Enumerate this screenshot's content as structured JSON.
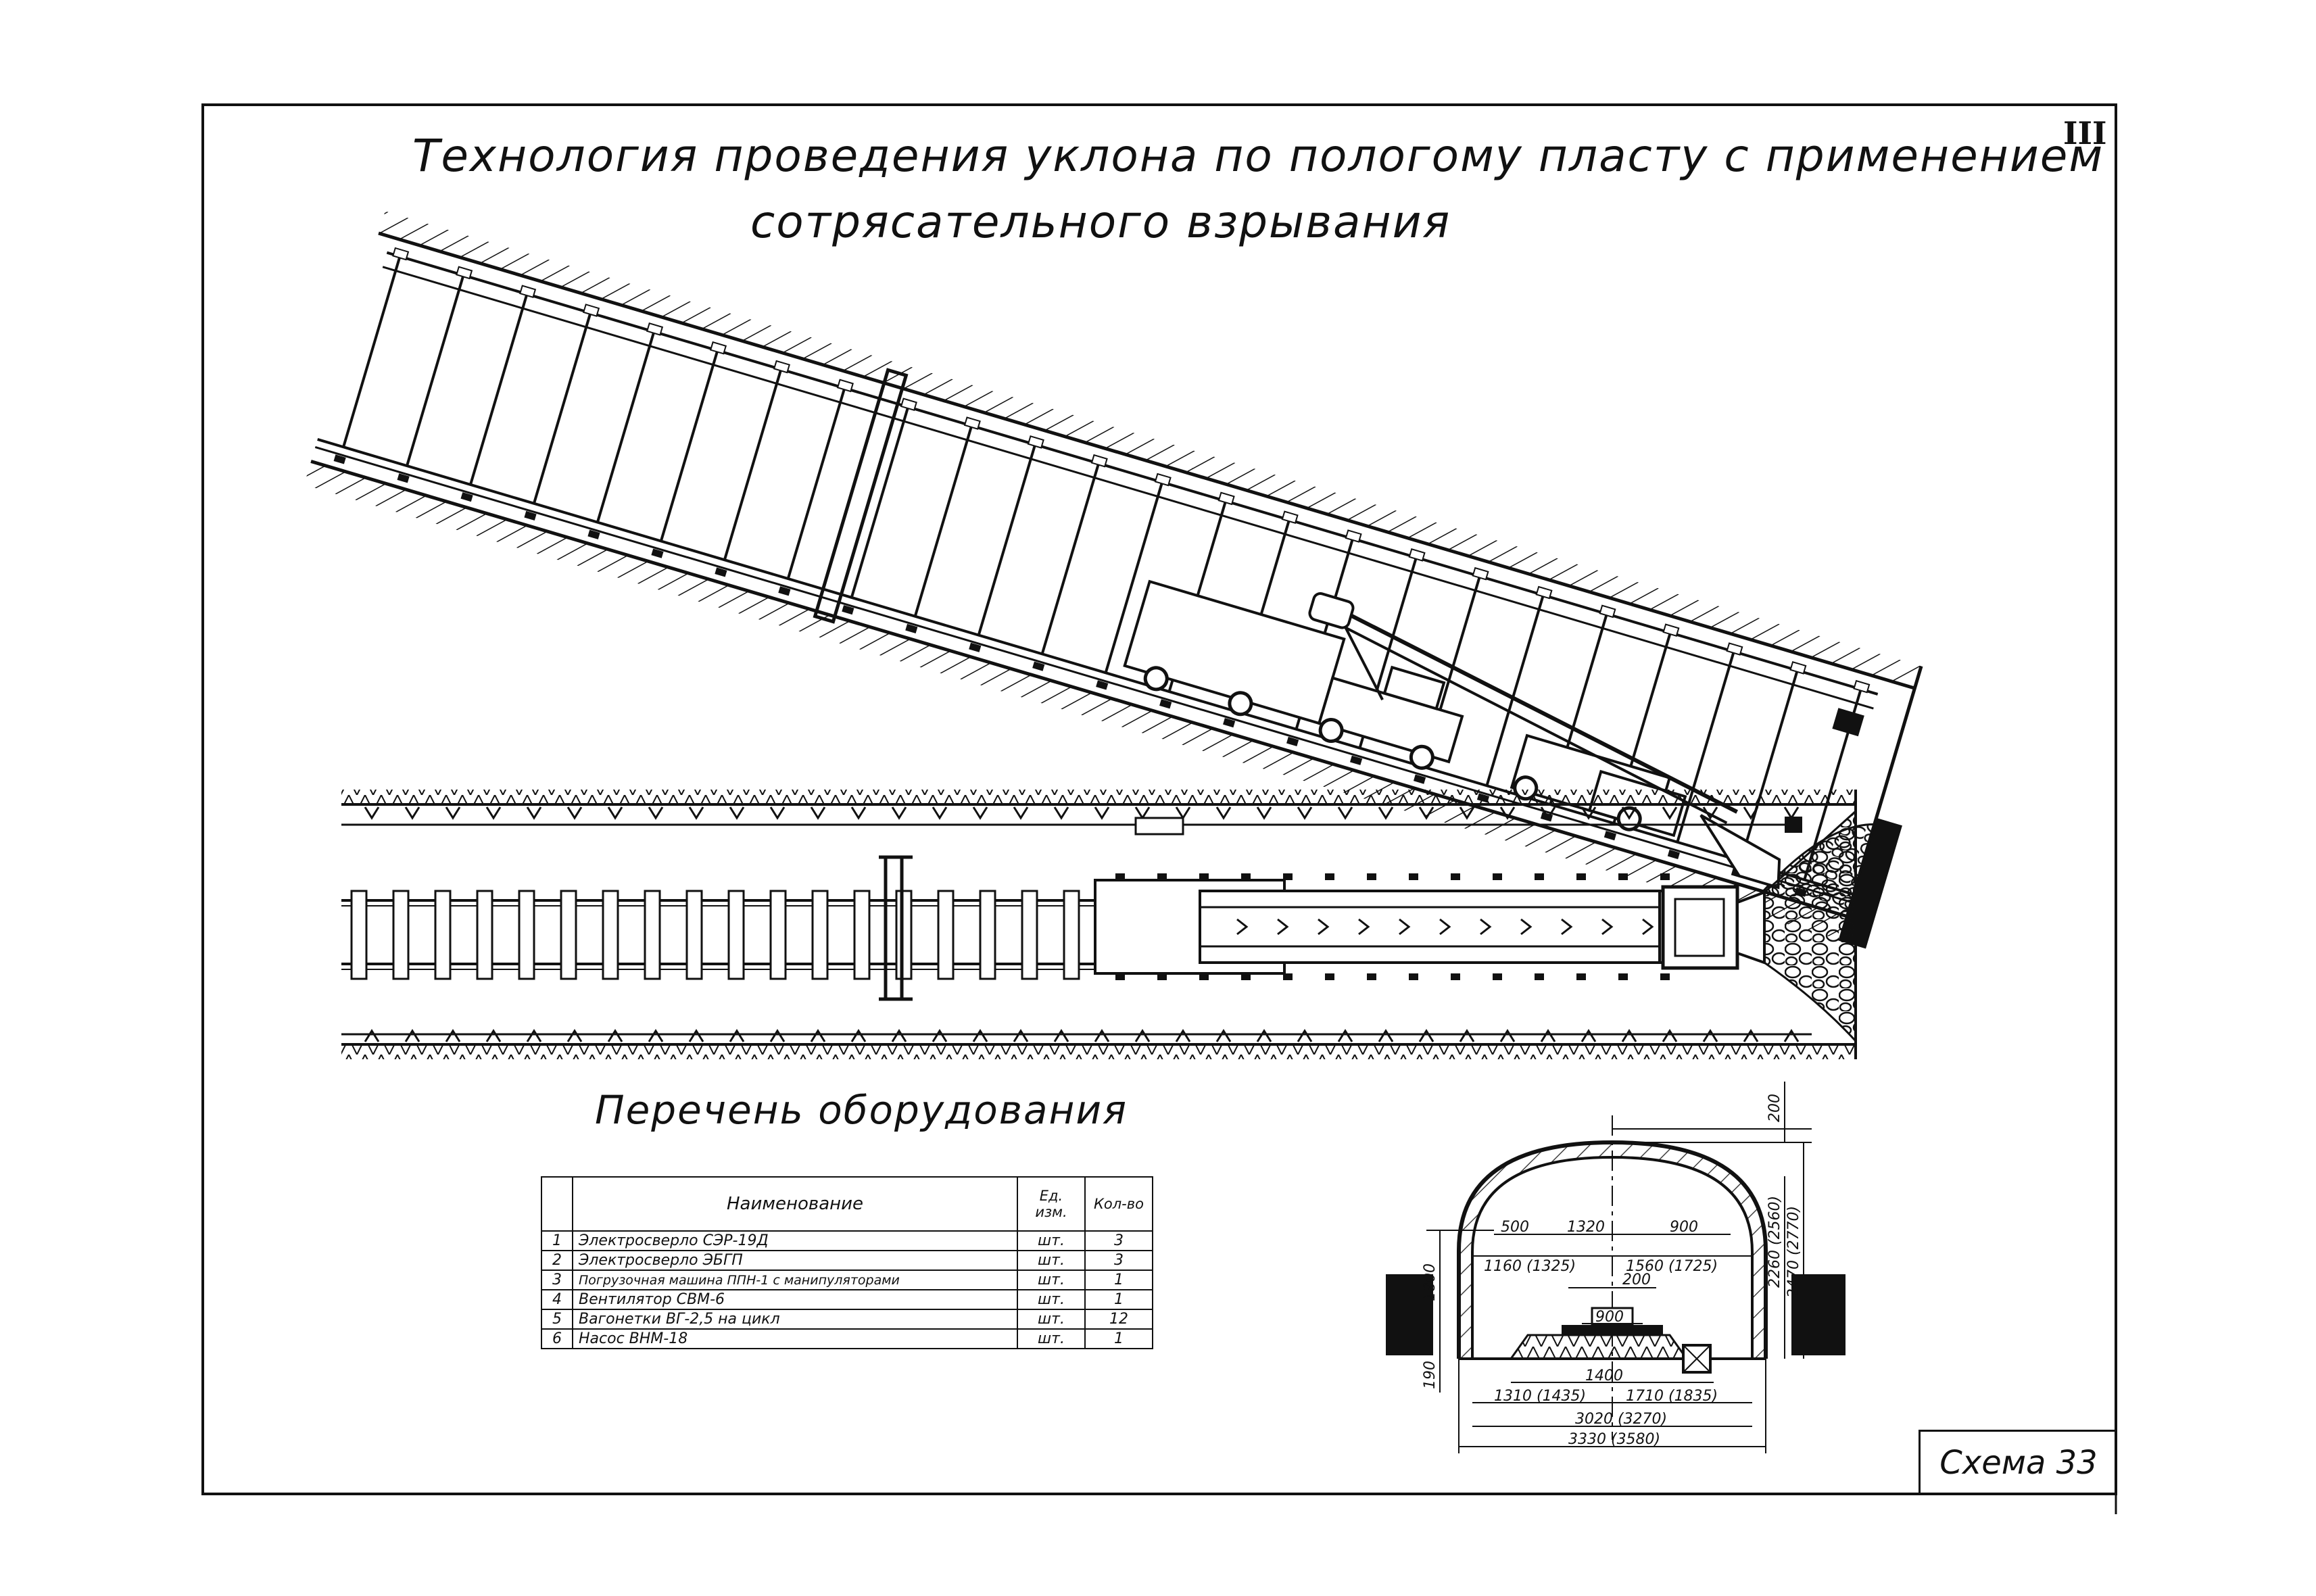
{
  "sheet_number": "III",
  "title_line1": "Технология проведения уклона по пологому пласту с применением",
  "title_line2": "сотрясательного взрывания",
  "equipment_title": "Перечень оборудования",
  "table": {
    "headers": {
      "num": "",
      "name": "Наименование",
      "unit": "Ед. изм.",
      "qty": "Кол-во"
    },
    "rows": [
      {
        "num": "1",
        "name": "Электросверло СЭР-19Д",
        "unit": "шт.",
        "qty": "3"
      },
      {
        "num": "2",
        "name": "Электросверло ЭБГП",
        "unit": "шт.",
        "qty": "3"
      },
      {
        "num": "3",
        "name": "Погрузочная машина ППН-1 с манипуляторами",
        "unit": "шт.",
        "qty": "1"
      },
      {
        "num": "4",
        "name": "Вентилятор СВМ-6",
        "unit": "шт.",
        "qty": "1"
      },
      {
        "num": "5",
        "name": "Вагонетки ВГ-2,5 на цикл",
        "unit": "шт.",
        "qty": "12"
      },
      {
        "num": "6",
        "name": "Насос ВНМ-18",
        "unit": "шт.",
        "qty": "1"
      }
    ]
  },
  "section_dims": {
    "d_200_top": "200",
    "d_500": "500",
    "d_1320": "1320",
    "d_900_top": "900",
    "d_1160": "1160 (1325)",
    "d_1560": "1560 (1725)",
    "d_200_mid": "200",
    "d_900_mid": "900",
    "d_1400": "1400",
    "d_1310": "1310 (1435)",
    "d_1710": "1710 (1835)",
    "d_3020": "3020 (3270)",
    "d_3330": "3330 (3580)",
    "d_1800": "1800",
    "d_190": "190",
    "d_2260": "2260 (2560)",
    "d_2470": "2470 (2770)"
  },
  "scheme_label": "Схема 33"
}
